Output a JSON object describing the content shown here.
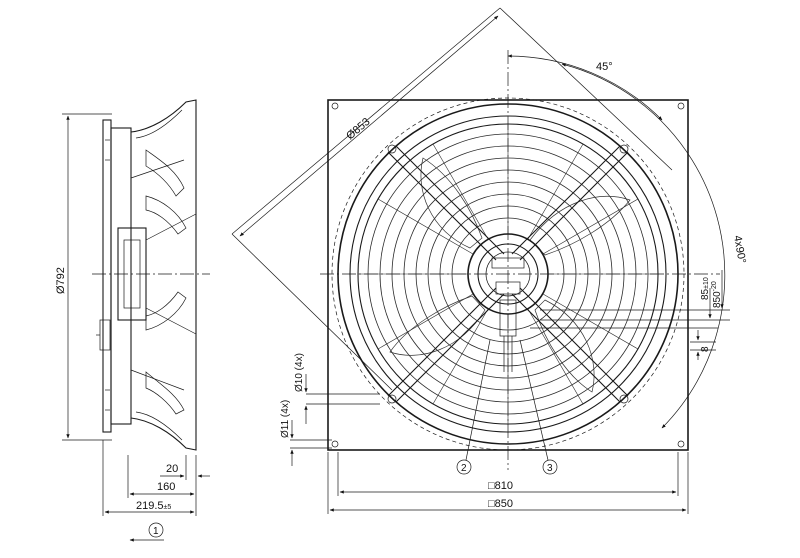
{
  "dimensions": {
    "diameter_792": "Ø792",
    "diameter_853": "Ø853",
    "angle_45": "45°",
    "angle_4x90": "4x90°",
    "d_850_tol": "850",
    "d_850_tol_sup": "-20",
    "d_85_tol": "85",
    "d_85_tol_sup": "±10",
    "d_8": "8",
    "d_10_4x": "Ø10 (4x)",
    "d_11_4x": "Ø11 (4x)",
    "d_20": "20",
    "d_160": "160",
    "d_219": "219.5",
    "d_219_tol": "±5",
    "square_810": "□810",
    "square_850": "□850"
  },
  "callouts": {
    "c1": "1",
    "c2": "2",
    "c3": "3"
  }
}
